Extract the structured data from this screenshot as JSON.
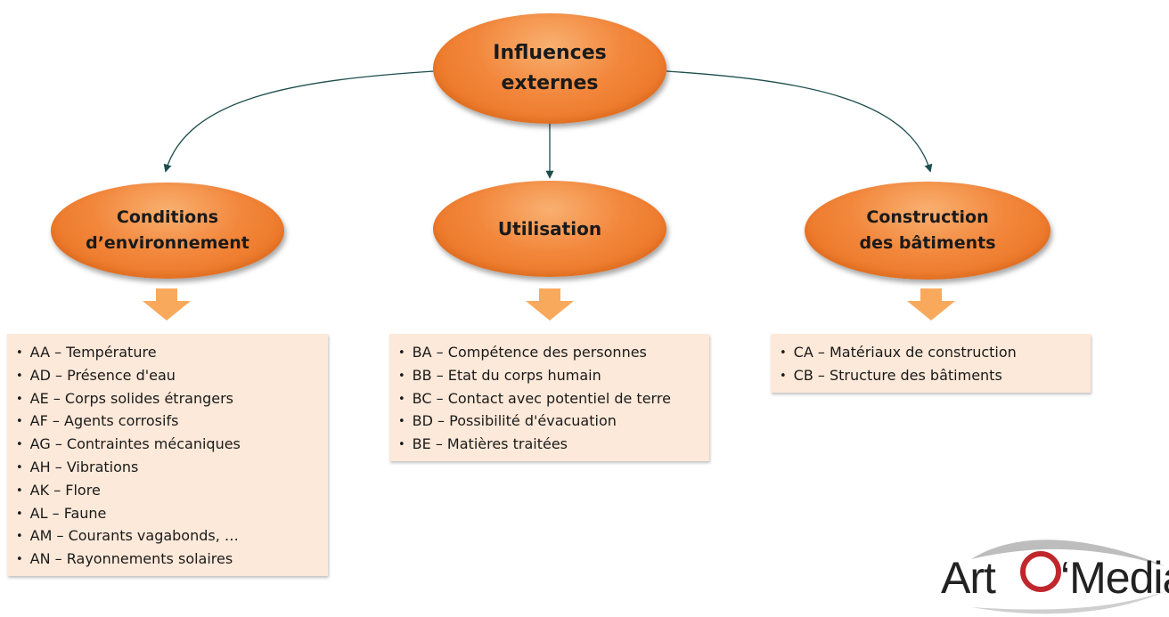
{
  "root": {
    "line1": "Influences",
    "line2": "externes"
  },
  "categories": [
    {
      "line1": "Conditions",
      "line2": "d’environnement",
      "items": [
        "AA – Température",
        "AD – Présence d'eau",
        "AE – Corps solides étrangers",
        "AF – Agents corrosifs",
        "AG – Contraintes mécaniques",
        "AH – Vibrations",
        "AK – Flore",
        "AL – Faune",
        "AM – Courants vagabonds, …",
        "AN – Rayonnements solaires"
      ]
    },
    {
      "line1": "Utilisation",
      "line2": "",
      "items": [
        "BA – Compétence des personnes",
        "BB – Etat du corps humain",
        "BC – Contact avec potentiel de terre",
        "BD –  Possibilité d'évacuation",
        "BE – Matières traitées"
      ]
    },
    {
      "line1": "Construction",
      "line2": "des bâtiments",
      "items": [
        "CA – Matériaux de construction",
        "CB – Structure des bâtiments"
      ]
    }
  ],
  "logo": {
    "left": "Art",
    "right": "‘Media"
  },
  "colors": {
    "node_fill": "#f2873c",
    "box_fill": "#fde9d9",
    "down_arrow": "#f9a95c",
    "connector": "#1f4e4e",
    "logo_ring": "#c0272d"
  }
}
